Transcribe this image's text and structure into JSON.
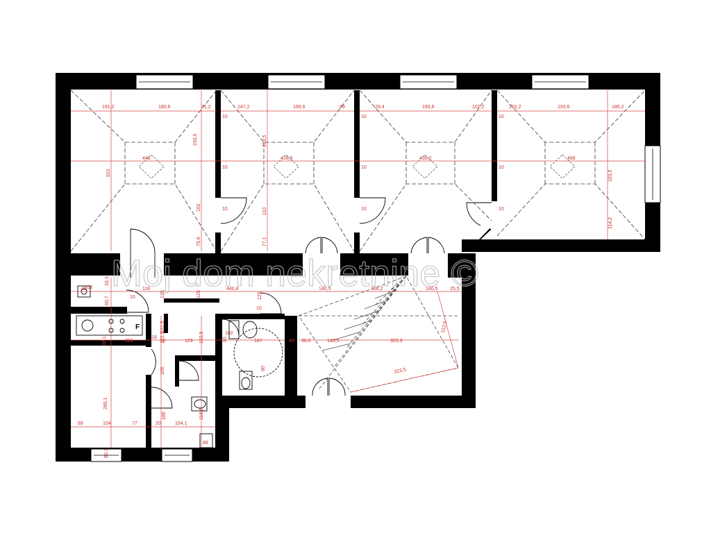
{
  "watermark": "Moj dom nekretnine ©",
  "room_marker": "F",
  "dimensions": {
    "r1_a": "191,2",
    "r1_b": "180,6",
    "r1_c": "71,2",
    "r1_d": "233,5",
    "r1_e": "446",
    "r1_f": "522",
    "r1_g": "162",
    "r1_h": "79,6",
    "r2_a": "147,2",
    "r2_b": "189,6",
    "r2_c": "89",
    "r2_d": "10",
    "r2_e": "10",
    "r2_f": "10",
    "r2_g": "233,5",
    "r2_h": "428,6",
    "r2_i": "110",
    "r2_j": "77,1",
    "r3_a": "29,4",
    "r3_b": "193,6",
    "r3_c": "102,2",
    "r3_d": "10",
    "r3_e": "10",
    "r3_f": "10",
    "r3_g": "430,2",
    "r4_a": "102,2",
    "r4_b": "193,6",
    "r4_c": "180,2",
    "r4_d": "10",
    "r4_e": "10",
    "r4_f": "10",
    "r4_g": "466",
    "r4_h": "103,5",
    "r4_i": "114,2",
    "h_a": "40",
    "h_b": "33,3",
    "h_c": "102",
    "h_d": "60,7",
    "h_e": "116",
    "h_f": "10",
    "h_g": "125",
    "h_h": "440,8",
    "h_i": "125",
    "h_j": "10",
    "h_k": "140,5",
    "h_l": "156,2",
    "h_m": "140,5",
    "h_n": "25,5",
    "h_o": "125",
    "k_a": "222,5",
    "k_b": "80",
    "k_c": "122,5",
    "k_d": "129",
    "k_e": "122,5",
    "k_f": "33,1",
    "k_g": "224",
    "k_h": "167",
    "k_i": "18",
    "k_j": "40",
    "k_k": "36,6",
    "k_l": "140,5",
    "k_m": "323,3",
    "k_n": "312,6",
    "k_o": "323,5",
    "k_p": "80",
    "k_q": "80",
    "k_r": "102",
    "k_s": "100",
    "b_a": "280,1",
    "b_b": "69",
    "b_c": "104",
    "b_d": "77",
    "b_e": "186",
    "b_f": "104,1",
    "b_g": "118,6",
    "b_h": "88",
    "b_i": "80,7",
    "b_j": "20"
  }
}
